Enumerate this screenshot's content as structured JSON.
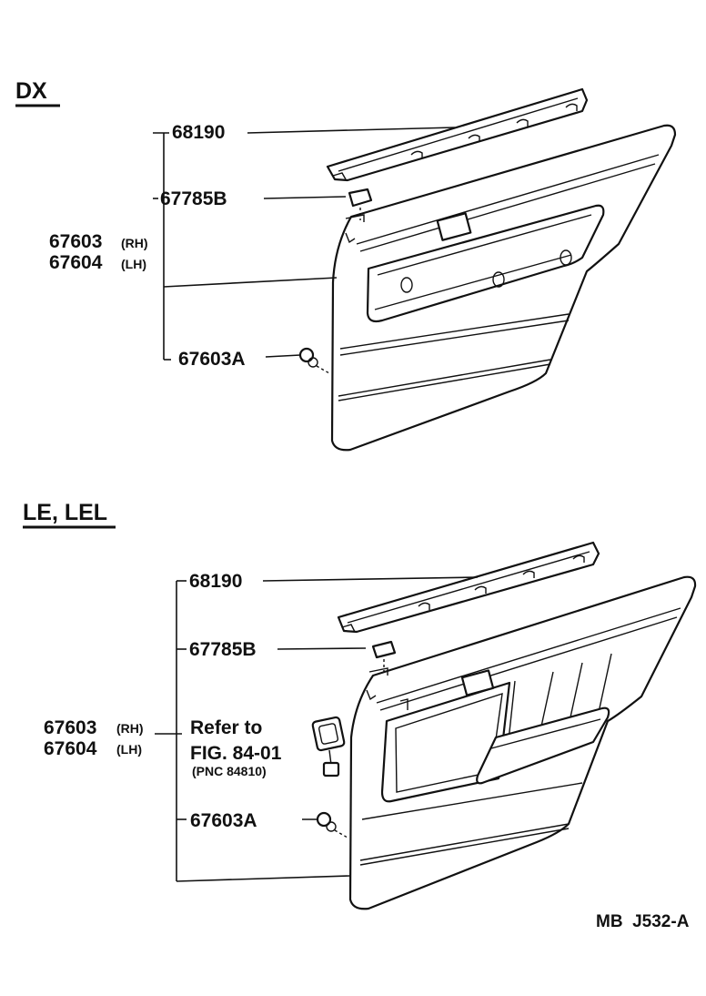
{
  "dx": {
    "heading": "DX",
    "labels": {
      "trim_strip": "68190",
      "clip": "67785B",
      "board_rh_num": "67603",
      "board_rh_side": "(RH)",
      "board_lh_num": "67604",
      "board_lh_side": "(LH)",
      "retainer": "67603A"
    }
  },
  "le": {
    "heading": "LE, LEL",
    "labels": {
      "trim_strip": "68190",
      "clip": "67785B",
      "board_rh_num": "67603",
      "board_rh_side": "(RH)",
      "board_lh_num": "67604",
      "board_lh_side": "(LH)",
      "refer_line1": "Refer to",
      "refer_line2": "FIG. 84-01",
      "refer_line3": "(PNC 84810)",
      "retainer": "67603A"
    }
  },
  "figure_code": "MB  J532-A"
}
